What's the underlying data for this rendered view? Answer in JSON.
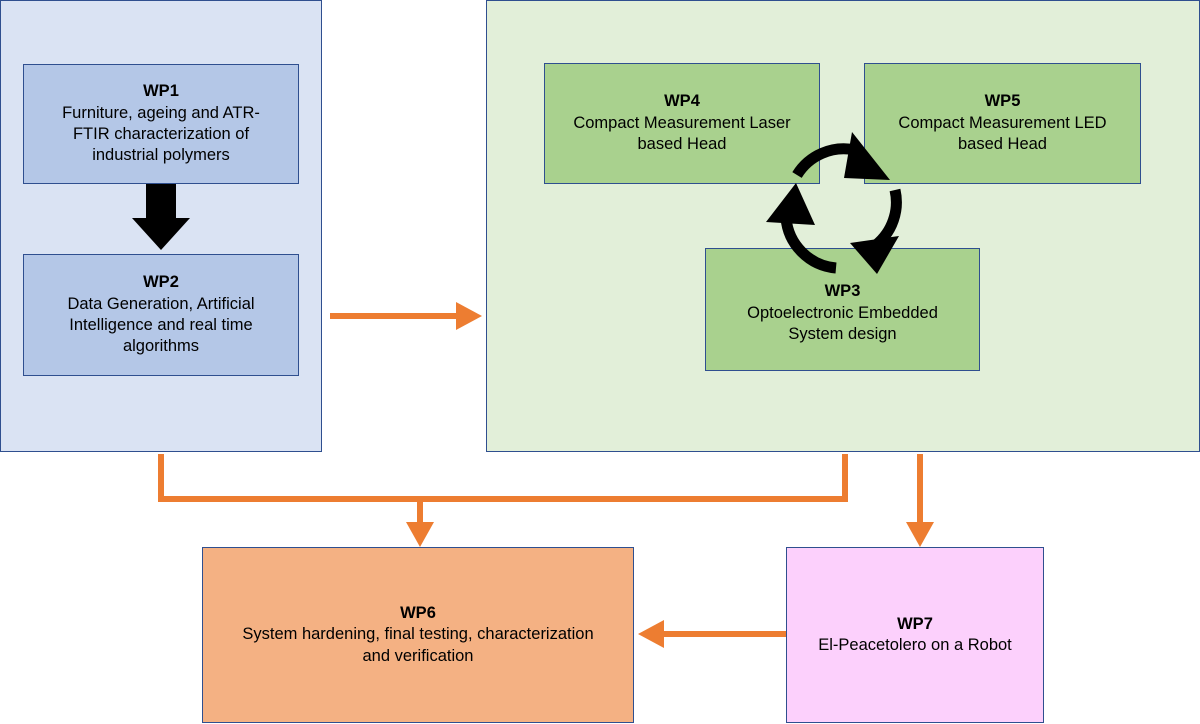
{
  "colors": {
    "left_panel_fill": "#dae3f3",
    "right_panel_fill": "#e2efd9",
    "blue_box_fill": "#b4c7e7",
    "green_box_fill": "#a9d18e",
    "orange_box_fill": "#f4b183",
    "pink_box_fill": "#fcd0fc",
    "border": "#2f4f8f",
    "arrow_orange": "#ed7d31",
    "arrow_black": "#000000"
  },
  "work_packages": {
    "wp1": {
      "title": "WP1",
      "lines": [
        "Furniture, ageing and ATR-",
        "FTIR characterization of",
        "industrial polymers"
      ]
    },
    "wp2": {
      "title": "WP2",
      "lines": [
        "Data Generation, Artificial",
        "Intelligence and real time",
        "algorithms"
      ]
    },
    "wp3": {
      "title": "WP3",
      "lines": [
        "Optoelectronic Embedded",
        "System design"
      ]
    },
    "wp4": {
      "title": "WP4",
      "lines": [
        "Compact Measurement Laser",
        "based Head"
      ]
    },
    "wp5": {
      "title": "WP5",
      "lines": [
        "Compact Measurement LED",
        "based Head"
      ]
    },
    "wp6": {
      "title": "WP6",
      "lines": [
        "System hardening, final testing, characterization",
        "and verification"
      ]
    },
    "wp7": {
      "title": "WP7",
      "lines": [
        "El-Peacetolero on a Robot"
      ]
    }
  }
}
